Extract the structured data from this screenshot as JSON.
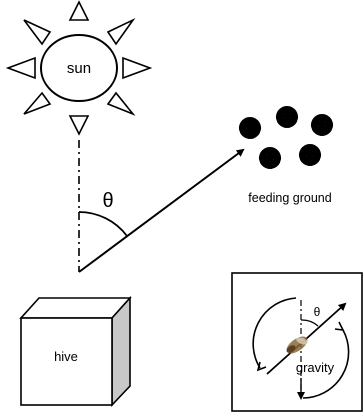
{
  "labels": {
    "sun": "sun",
    "angle": "θ",
    "feeding_ground": "feeding ground",
    "hive": "hive",
    "inset_angle": "θ",
    "gravity": "gravity"
  },
  "icons": {
    "sun": "sun-icon",
    "flowers": "flower-icon",
    "hive": "hive-box-icon",
    "bee": "bee-icon"
  },
  "colors": {
    "line": "#000000",
    "hive_side": "#c8c8c8",
    "bee_body": "#8a6a3a"
  }
}
